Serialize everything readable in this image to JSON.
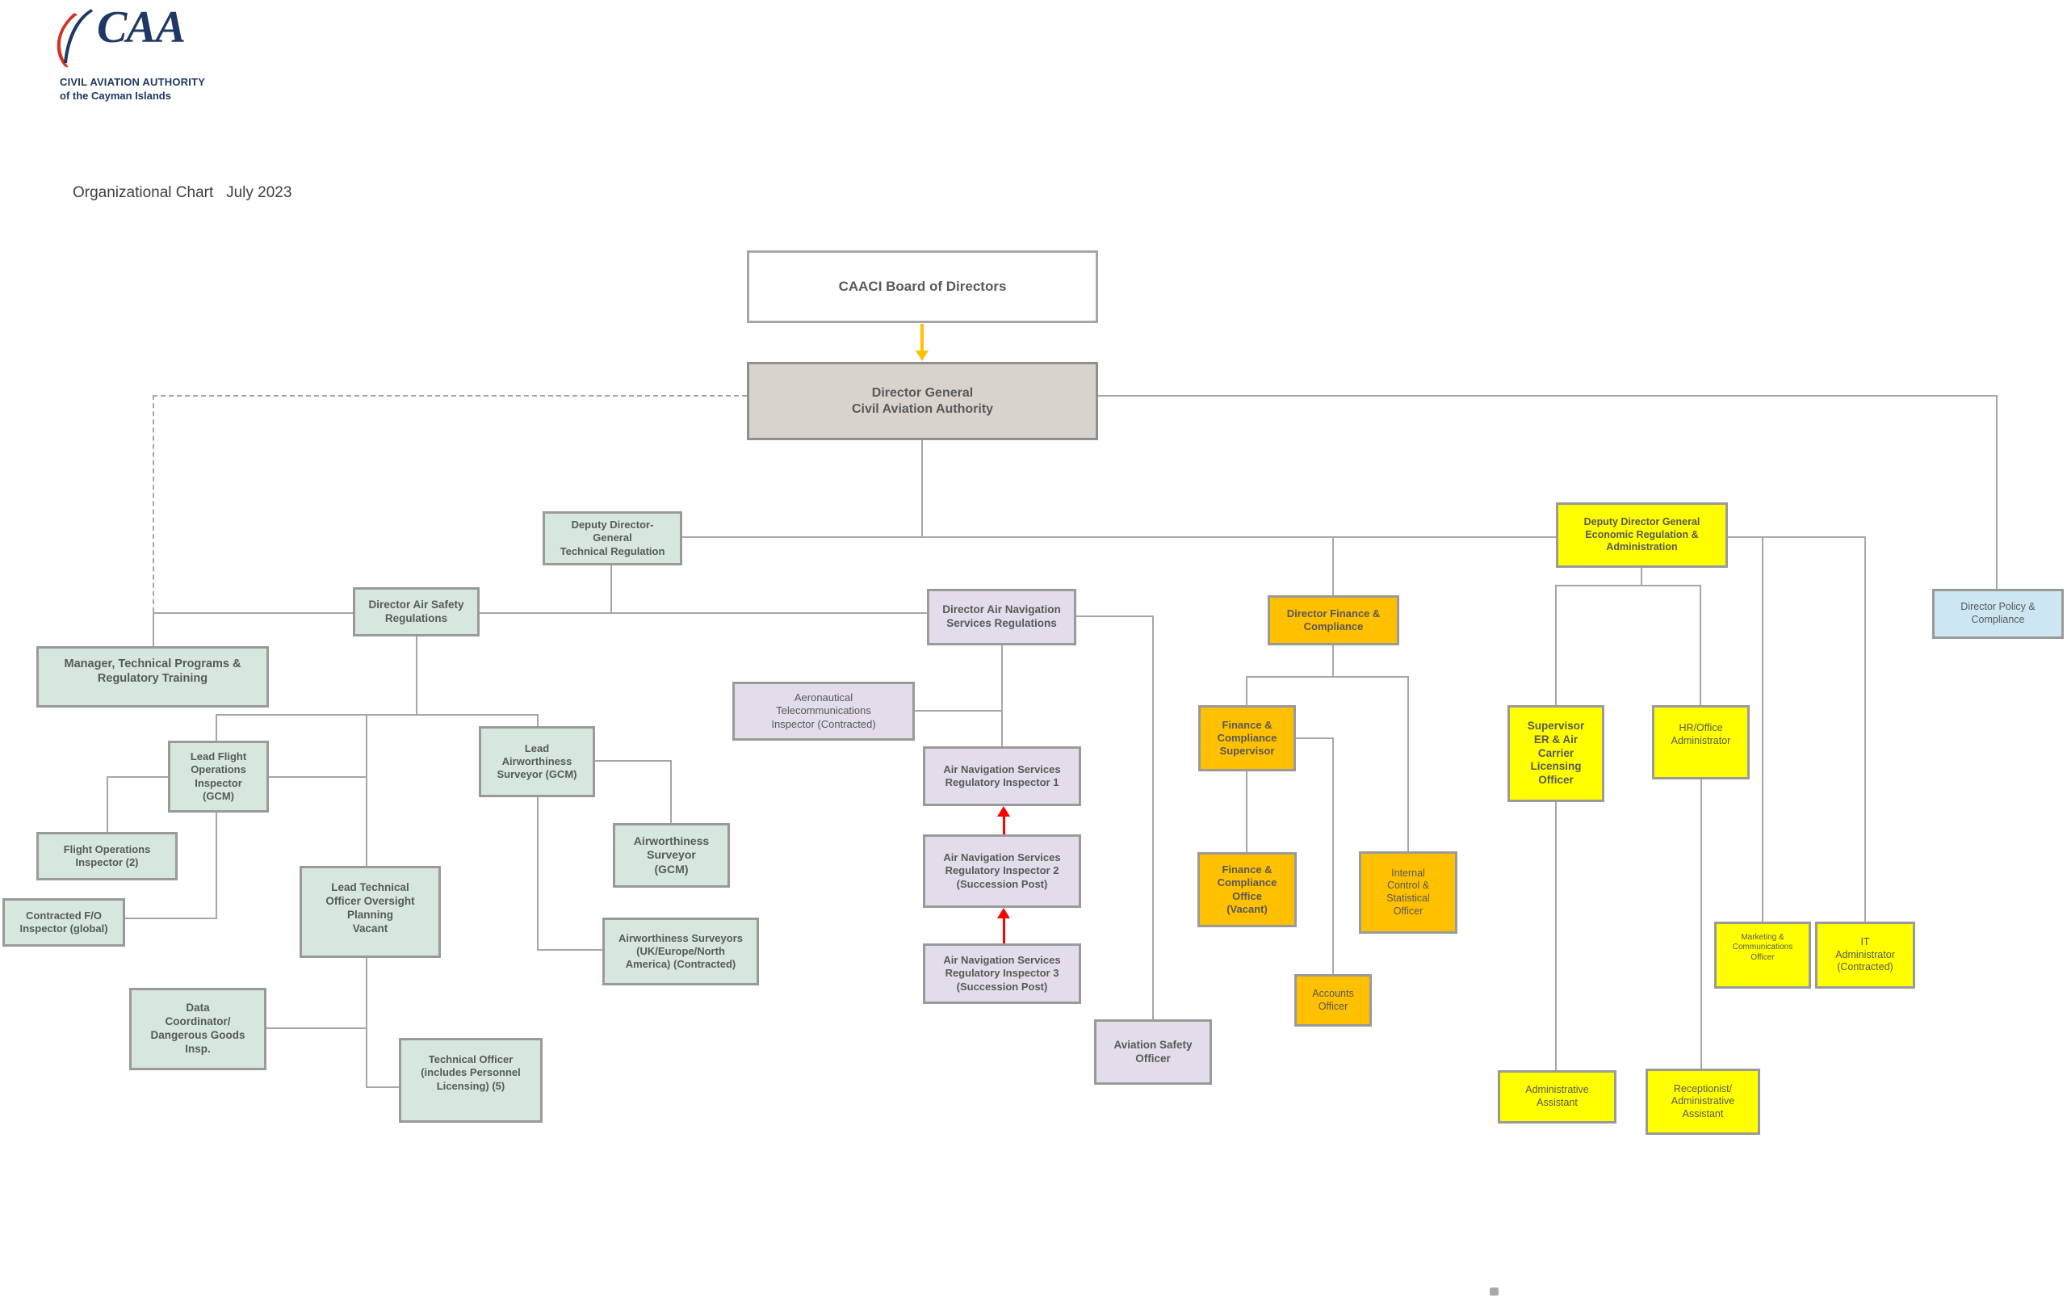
{
  "logo": {
    "acronym": "CAA",
    "line1": "CIVIL AVIATION AUTHORITY",
    "line2": "of the Cayman Islands"
  },
  "title": "Organizational Chart   July 2023",
  "colors": {
    "teal": "#d6e7de",
    "gray": "#d8d4cd",
    "lavender": "#e3dcea",
    "orange": "#ffc000",
    "yellow": "#ffff00",
    "blue": "#cde6f4",
    "white": "#ffffff",
    "box_border": "#9a9a9a",
    "connector": "#a6a6a6",
    "text": "#595959",
    "authority_arrow": "#ffc000",
    "succession_arrow": "#ff0000",
    "logo_navy": "#1f3864",
    "logo_red": "#d23324"
  },
  "nodes": {
    "board": {
      "label": "CAACI Board of Directors",
      "group": "white"
    },
    "dg": {
      "label": "Director General\nCivil Aviation Authority",
      "group": "gray"
    },
    "ddg_tr": {
      "label": "Deputy Director-\nGeneral\nTechnical Regulation",
      "group": "teal"
    },
    "dir_asr": {
      "label": "Director Air Safety\nRegulations",
      "group": "teal"
    },
    "mgr_tpt": {
      "label": "Manager, Technical Programs &\nRegulatory Training",
      "group": "teal"
    },
    "lead_foi": {
      "label": "Lead Flight\nOperations\nInspector\n(GCM)",
      "group": "teal"
    },
    "foi2": {
      "label": "Flight Operations\nInspector (2)",
      "group": "teal"
    },
    "cfo_insp": {
      "label": "Contracted F/O\nInspector (global)",
      "group": "teal"
    },
    "lead_tech": {
      "label": "Lead Technical\nOfficer Oversight\nPlanning\nVacant",
      "group": "teal"
    },
    "data_coord": {
      "label": "Data\nCoordinator/\nDangerous Goods\nInsp.",
      "group": "teal"
    },
    "tech_officer": {
      "label": "Technical Officer\n(includes Personnel\nLicensing) (5)",
      "group": "teal"
    },
    "lead_aws": {
      "label": "Lead\nAirworthiness\nSurveyor (GCM)",
      "group": "teal"
    },
    "aws_gcm": {
      "label": "Airworthiness\nSurveyor\n(GCM)",
      "group": "teal"
    },
    "aws_uk": {
      "label": "Airworthiness Surveyors\n(UK/Europe/North\nAmerica) (Contracted)",
      "group": "teal"
    },
    "dir_ans": {
      "label": "Director Air Navigation\nServices Regulations",
      "group": "lavender"
    },
    "aero_tel": {
      "label": "Aeronautical\nTelecommunications\nInspector (Contracted)",
      "group": "lavender"
    },
    "ans1": {
      "label": "Air Navigation Services\nRegulatory Inspector 1",
      "group": "lavender"
    },
    "ans2": {
      "label": "Air Navigation Services\nRegulatory Inspector 2\n(Succession Post)",
      "group": "lavender"
    },
    "ans3": {
      "label": "Air Navigation Services\nRegulatory Inspector 3\n(Succession Post)",
      "group": "lavender"
    },
    "avso": {
      "label": "Aviation Safety\nOfficer",
      "group": "lavender"
    },
    "dir_fc": {
      "label": "Director Finance &\nCompliance",
      "group": "orange"
    },
    "fc_sup": {
      "label": "Finance &\nCompliance\nSupervisor",
      "group": "orange"
    },
    "fc_office": {
      "label": "Finance &\nCompliance\nOffice\n(Vacant)",
      "group": "orange"
    },
    "ic_so": {
      "label": "Internal\nControl &\nStatistical\nOfficer",
      "group": "orange"
    },
    "acc_off": {
      "label": "Accounts\nOfficer",
      "group": "orange"
    },
    "ddg_era": {
      "label": "Deputy Director General\nEconomic Regulation &\nAdministration",
      "group": "yellow"
    },
    "sup_er": {
      "label": "Supervisor\nER & Air\nCarrier\nLicensing\nOfficer",
      "group": "yellow"
    },
    "hr_admin": {
      "label": "HR/Office\nAdministrator",
      "group": "yellow"
    },
    "mkt_off": {
      "label": "Marketing &\nCommunications\nOfficer",
      "group": "yellow"
    },
    "it_admin": {
      "label": "IT\nAdministrator\n(Contracted)",
      "group": "yellow"
    },
    "adm_asst": {
      "label": "Administrative\nAssistant",
      "group": "yellow"
    },
    "recep": {
      "label": "Receptionist/\nAdministrative\nAssistant",
      "group": "yellow"
    },
    "dir_pc": {
      "label": "Director Policy &\nCompliance",
      "group": "blue"
    }
  },
  "edges": [
    {
      "from": "board",
      "to": "dg",
      "style": "yellow-arrow"
    },
    {
      "from": "dg",
      "to": "ddg_tr",
      "style": "solid"
    },
    {
      "from": "dg",
      "to": "dir_fc",
      "style": "solid"
    },
    {
      "from": "dg",
      "to": "ddg_era",
      "style": "solid"
    },
    {
      "from": "dg",
      "to": "dir_pc",
      "style": "solid"
    },
    {
      "from": "dg",
      "to": "mgr_tpt",
      "style": "dashed"
    },
    {
      "from": "ddg_tr",
      "to": "dir_asr",
      "style": "solid"
    },
    {
      "from": "ddg_tr",
      "to": "dir_ans",
      "style": "solid"
    },
    {
      "from": "dir_asr",
      "to": "lead_foi",
      "style": "solid"
    },
    {
      "from": "dir_asr",
      "to": "lead_aws",
      "style": "solid"
    },
    {
      "from": "dir_asr",
      "to": "lead_tech",
      "style": "solid"
    },
    {
      "from": "lead_foi",
      "to": "foi2",
      "style": "solid"
    },
    {
      "from": "lead_foi",
      "to": "cfo_insp",
      "style": "solid"
    },
    {
      "from": "lead_tech",
      "to": "data_coord",
      "style": "solid"
    },
    {
      "from": "lead_tech",
      "to": "tech_officer",
      "style": "solid"
    },
    {
      "from": "lead_aws",
      "to": "aws_gcm",
      "style": "solid"
    },
    {
      "from": "lead_aws",
      "to": "aws_uk",
      "style": "solid"
    },
    {
      "from": "dir_ans",
      "to": "aero_tel",
      "style": "solid"
    },
    {
      "from": "dir_ans",
      "to": "ans1",
      "style": "solid"
    },
    {
      "from": "dir_ans",
      "to": "avso",
      "style": "solid"
    },
    {
      "from": "ans2",
      "to": "ans1",
      "style": "red-arrow-up"
    },
    {
      "from": "ans3",
      "to": "ans2",
      "style": "red-arrow-up"
    },
    {
      "from": "dir_fc",
      "to": "fc_sup",
      "style": "solid"
    },
    {
      "from": "dir_fc",
      "to": "ic_so",
      "style": "solid"
    },
    {
      "from": "fc_sup",
      "to": "fc_office",
      "style": "solid"
    },
    {
      "from": "fc_sup",
      "to": "acc_off",
      "style": "solid"
    },
    {
      "from": "ddg_era",
      "to": "sup_er",
      "style": "solid"
    },
    {
      "from": "ddg_era",
      "to": "hr_admin",
      "style": "solid"
    },
    {
      "from": "ddg_era",
      "to": "mkt_off",
      "style": "solid"
    },
    {
      "from": "ddg_era",
      "to": "it_admin",
      "style": "solid"
    },
    {
      "from": "sup_er",
      "to": "adm_asst",
      "style": "solid"
    },
    {
      "from": "hr_admin",
      "to": "recep",
      "style": "solid"
    }
  ]
}
